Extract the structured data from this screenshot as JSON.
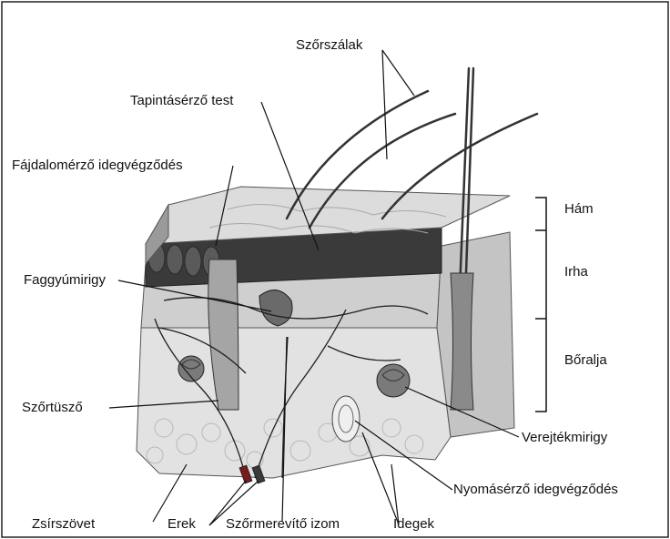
{
  "labels": {
    "hair_shafts": "Szőrszálak",
    "touch_receptor": "Tapintásérző test",
    "pain_nerve_ending": "Fájdalomérző idegvégződés",
    "sebaceous_gland": "Faggyúmirigy",
    "hair_follicle": "Szőrtüsző",
    "fat_tissue": "Zsírszövet",
    "vessels": "Erek",
    "erector_muscle": "Szőrmerevítő izom",
    "nerves": "Idegek",
    "pressure_nerve_ending": "Nyomásérző idegvégződés",
    "sweat_gland": "Verejtékmirigy",
    "layer_epidermis": "Hám",
    "layer_dermis": "Irha",
    "layer_hypodermis": "Bőralja"
  },
  "colors": {
    "ink": "#111111",
    "line": "#222222",
    "epidermis": "#d8d8d8",
    "dermis": "#cfcfcf",
    "hypodermis": "#e2e2e2",
    "dark_band": "#3a3a3a"
  }
}
